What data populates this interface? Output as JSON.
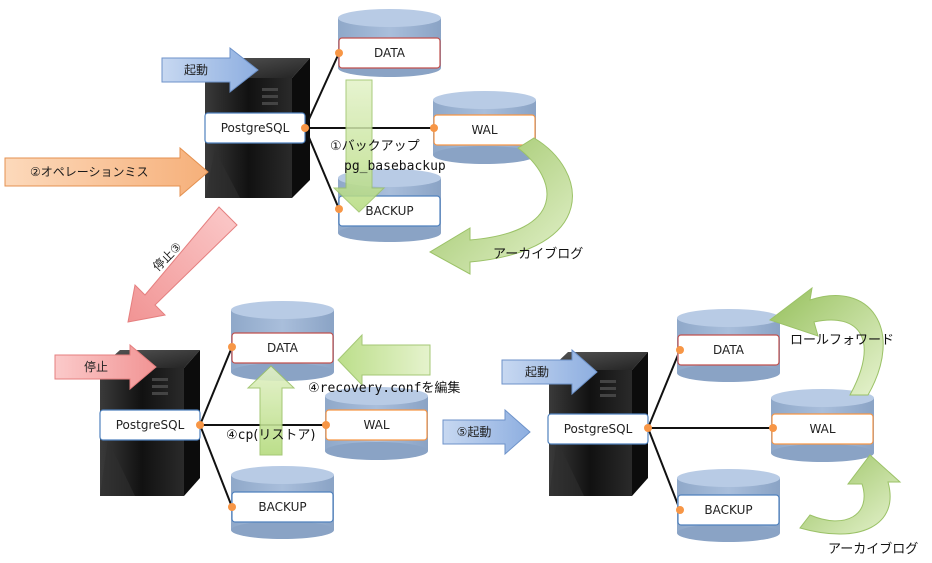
{
  "colors": {
    "db_body": "#9db4d3",
    "db_top": "#b8cbe5",
    "label_border_red": "#c0504d",
    "label_border_blue": "#4f81bd",
    "dot": "#f79646",
    "arrow_blue": "#9fbbe4",
    "arrow_orange": "#f9bf8f",
    "arrow_red": "#f4a7a7",
    "arrow_green": "#c7e59a",
    "server": "#1c1c1c"
  },
  "scene1": {
    "start_arrow": "起動",
    "server_label": "PostgreSQL",
    "db_data": "DATA",
    "db_wal": "WAL",
    "db_backup": "BACKUP",
    "backup_note_line1": "①バックアップ",
    "backup_note_line2": "pg_basebackup",
    "archive_label": "アーカイブログ",
    "mistake_arrow": "②オペレーションミス",
    "stop_arrow": "停止③"
  },
  "scene2": {
    "stop_arrow": "停止",
    "server_label": "PostgreSQL",
    "db_data": "DATA",
    "db_wal": "WAL",
    "db_backup": "BACKUP",
    "edit_note_prefix": "④",
    "edit_note_code": "recovery.conf",
    "edit_note_suffix": "を編集",
    "copy_note_prefix": "④",
    "copy_note_code": "cp",
    "copy_note_suffix": "(リストア)",
    "start_arrow": "⑤起動"
  },
  "scene3": {
    "start_arrow": "起動",
    "server_label": "PostgreSQL",
    "db_data": "DATA",
    "db_wal": "WAL",
    "db_backup": "BACKUP",
    "rollforward_label": "ロールフォワード",
    "archive_label": "アーカイブログ"
  }
}
